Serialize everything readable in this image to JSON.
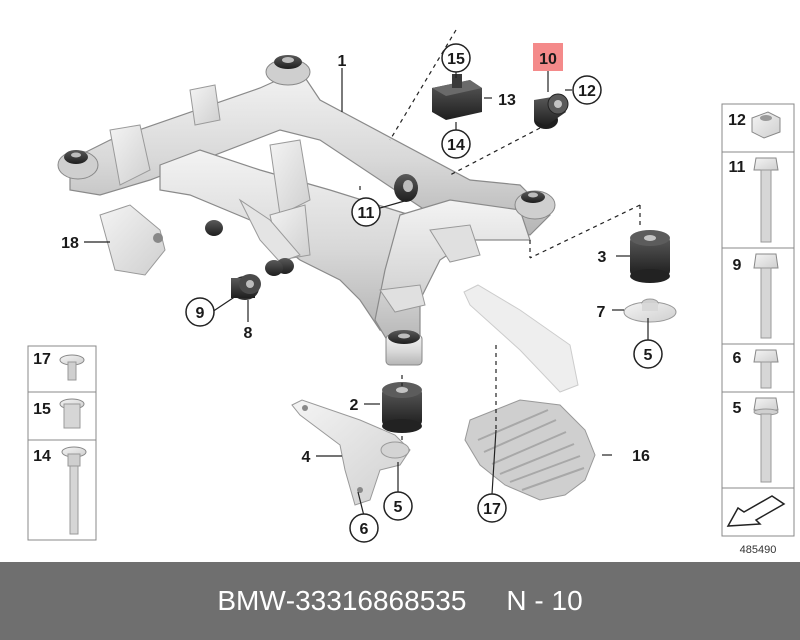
{
  "diagram": {
    "callouts": [
      {
        "id": "1",
        "text": "1",
        "style": "plain"
      },
      {
        "id": "2",
        "text": "2",
        "style": "plain"
      },
      {
        "id": "3",
        "text": "3",
        "style": "plain"
      },
      {
        "id": "4",
        "text": "4",
        "style": "plain"
      },
      {
        "id": "5a",
        "text": "5",
        "style": "circle"
      },
      {
        "id": "5b",
        "text": "5",
        "style": "circle"
      },
      {
        "id": "6",
        "text": "6",
        "style": "circle"
      },
      {
        "id": "7",
        "text": "7",
        "style": "plain"
      },
      {
        "id": "8",
        "text": "8",
        "style": "plain"
      },
      {
        "id": "9",
        "text": "9",
        "style": "circle"
      },
      {
        "id": "10",
        "text": "10",
        "style": "highlight"
      },
      {
        "id": "11",
        "text": "11",
        "style": "circle"
      },
      {
        "id": "12",
        "text": "12",
        "style": "circle"
      },
      {
        "id": "13",
        "text": "13",
        "style": "plain"
      },
      {
        "id": "14",
        "text": "14",
        "style": "circle"
      },
      {
        "id": "15",
        "text": "15",
        "style": "circle"
      },
      {
        "id": "16",
        "text": "16",
        "style": "plain"
      },
      {
        "id": "17",
        "text": "17",
        "style": "circle"
      },
      {
        "id": "18",
        "text": "18",
        "style": "plain"
      }
    ],
    "legend_left": [
      "17",
      "15",
      "14"
    ],
    "legend_right": [
      "12",
      "11",
      "9",
      "6",
      "5"
    ],
    "image_number": "485490",
    "highlight_color": "#f48a8a"
  },
  "footer": {
    "brand": "BMW",
    "part_number": "33316868535",
    "position": "N - 10"
  }
}
